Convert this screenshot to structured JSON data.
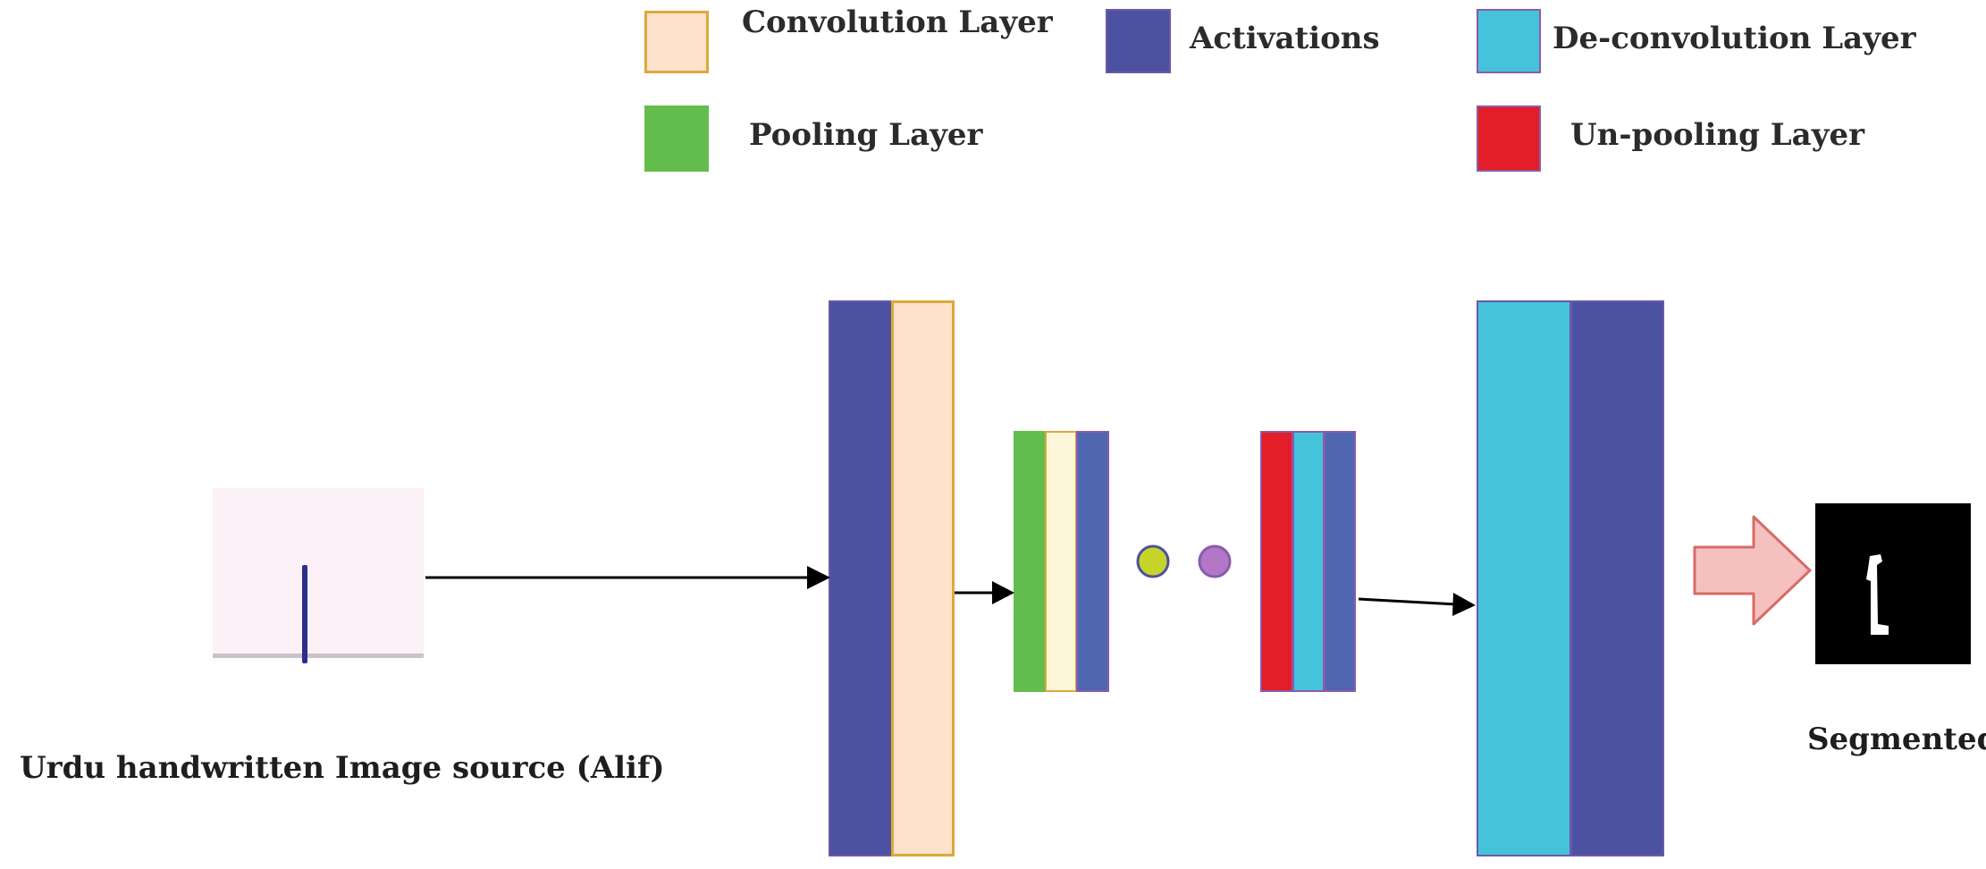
{
  "legend": {
    "convolution": {
      "label": "Convolution Layer",
      "color": "#fde3cc",
      "border": "#dca93a"
    },
    "activations": {
      "label": "Activations",
      "color": "#4d51a1",
      "border": "#6a5aa8"
    },
    "deconvolution": {
      "label": "De-convolution Layer",
      "color": "#45c3da",
      "border": "#8a5bab"
    },
    "pooling": {
      "label": "Pooling Layer",
      "color": "#63bd4c",
      "border": "#63bd4c"
    },
    "unpooling": {
      "label": "Un-pooling Layer",
      "color": "#e31e28",
      "border": "#8a5bab"
    }
  },
  "captions": {
    "source": "Urdu handwritten Image source (Alif)",
    "output": "Segmented"
  },
  "colors": {
    "input_bg": "#fcf1f6",
    "input_stroke": "#2a2f8e",
    "dot_yellow": "#c6d42a",
    "dot_purple": "#b277c6",
    "output_arrow_fill": "#f5c1bf",
    "output_arrow_stroke": "#d76b68",
    "output_bg": "#000000"
  }
}
